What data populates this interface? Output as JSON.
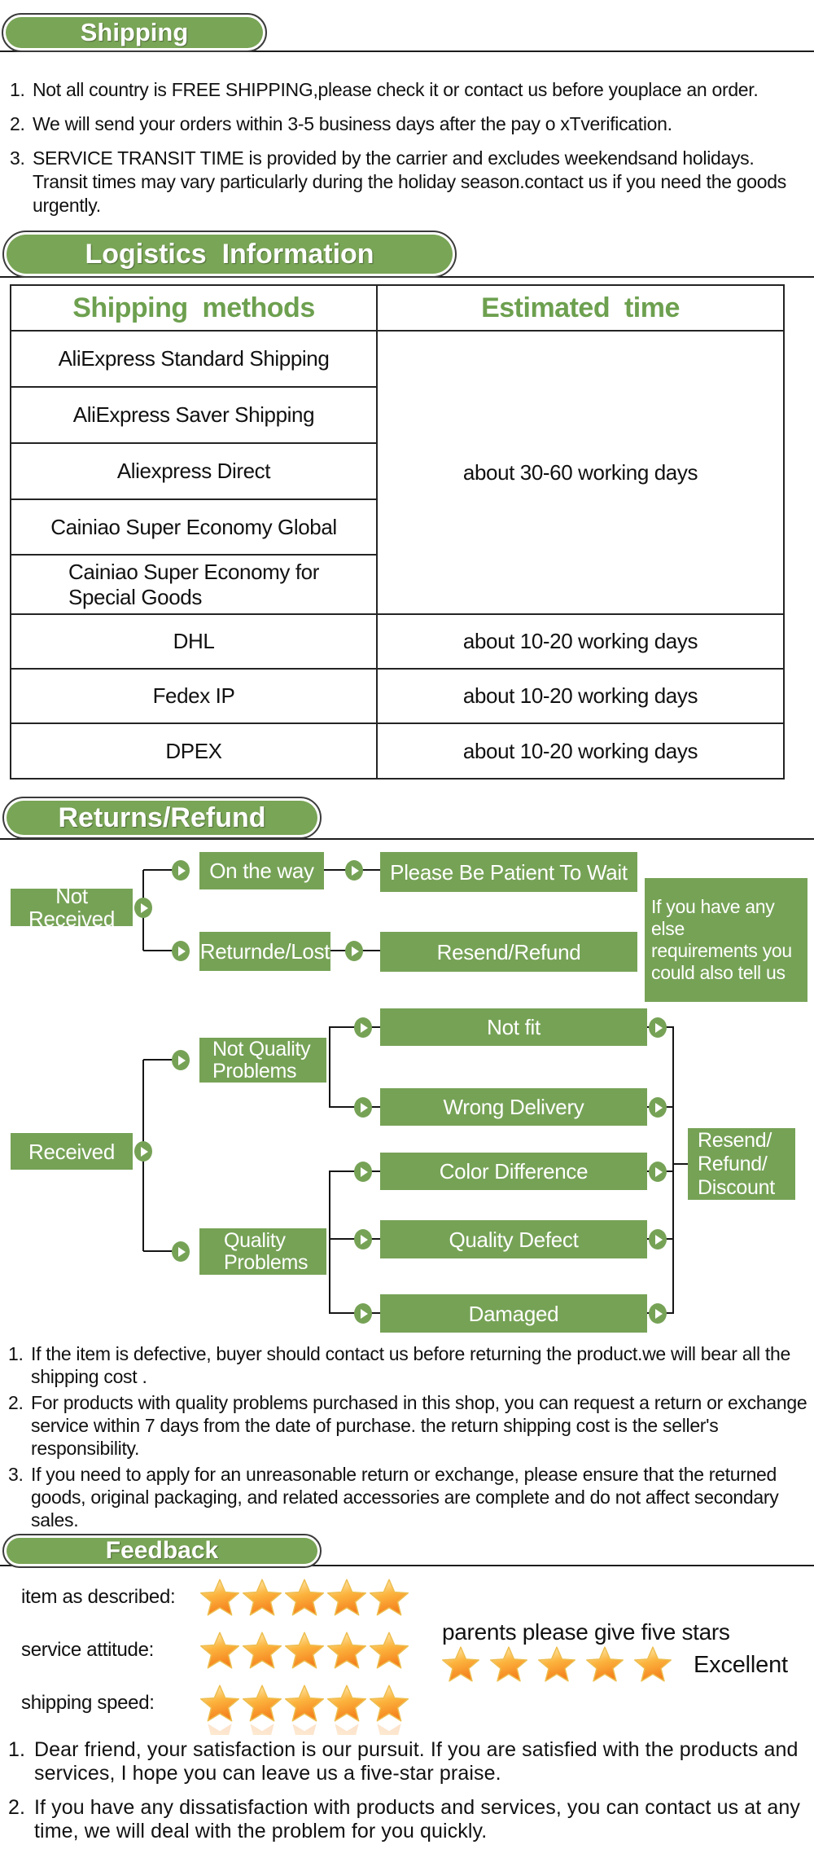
{
  "colors": {
    "accent_green": "#79A556",
    "header_text_green": "#6DA04F",
    "flow_box_green": "#76A256",
    "star_orange": "#F5821E",
    "line_black": "#1c1c1c"
  },
  "sections": {
    "shipping": {
      "title": "Shipping",
      "items": [
        {
          "n": "1.",
          "t": "Not all country is FREE SHIPPING,please check it or contact us before youplace an order."
        },
        {
          "n": "2.",
          "t": "We will send your orders within 3-5 business days after the pay o xTverification."
        },
        {
          "n": "3.",
          "t": "SERVICE TRANSIT TIME is provided by the carrier and excludes weekendsand holidays. Transit times may vary particularly during the holiday season.contact us if you need the goods urgently."
        }
      ]
    },
    "logistics": {
      "title": "Logistics  Information",
      "table": {
        "headers": [
          "Shipping  methods",
          "Estimated  time"
        ],
        "group_methods": [
          "AliExpress Standard Shipping",
          "AliExpress Saver Shipping",
          "Aliexpress Direct",
          "Cainiao Super Economy Global",
          "Cainiao Super Economy for\nSpecial Goods"
        ],
        "group_time": "about 30-60 working days",
        "rows": [
          {
            "method": "DHL",
            "time": "about 10-20 working days"
          },
          {
            "method": "Fedex IP",
            "time": "about 10-20 working days"
          },
          {
            "method": "DPEX",
            "time": "about 10-20 working days"
          }
        ]
      }
    },
    "returns": {
      "title": "Returns/Refund",
      "flow": {
        "not_received": "Not Received",
        "on_the_way": "On the way",
        "please_wait": "Please Be Patient To Wait",
        "returned_lost": "Returnde/Lost",
        "resend_refund": "Resend/Refund",
        "side_note": "If you have any else\nrequirements you\ncould also tell us",
        "received": "Received",
        "not_quality": "Not Quality\nProblems",
        "not_fit": "Not fit",
        "wrong_delivery": "Wrong Delivery",
        "quality": "Quality\nProblems",
        "color_difference": "Color Difference",
        "quality_defect": "Quality Defect",
        "damaged": "Damaged",
        "outcome": "Resend/\nRefund/\nDiscount"
      },
      "items": [
        {
          "n": "1.",
          "t": "If the item is defective, buyer should contact us before returning the product.we will bear all the shipping cost ."
        },
        {
          "n": "2.",
          "t": "For products with quality problems purchased in this shop, you can request a return or exchange service within 7 days from the date of purchase. the return shipping cost is the seller's responsibility."
        },
        {
          "n": "3.",
          "t": "If you need to apply for an unreasonable return or exchange, please ensure that the returned goods, original packaging, and related accessories are complete and do not affect secondary sales."
        }
      ]
    },
    "feedback": {
      "title": "Feedback",
      "ratings": [
        {
          "label": "item as described:",
          "stars": 5
        },
        {
          "label": "service attitude:",
          "stars": 5
        },
        {
          "label": "shipping speed:",
          "stars": 5
        }
      ],
      "cta": {
        "text": "parents please give five stars",
        "stars": 5,
        "rating_word": "Excellent"
      },
      "items": [
        {
          "n": "1.",
          "t": "Dear friend, your satisfaction is our pursuit. If you are satisfied with the products and services, I hope you can leave us a five-star praise."
        },
        {
          "n": "2.",
          "t": "If you have any dissatisfaction with products and services, you can contact us at any time, we will deal with the problem for you quickly."
        }
      ]
    }
  }
}
